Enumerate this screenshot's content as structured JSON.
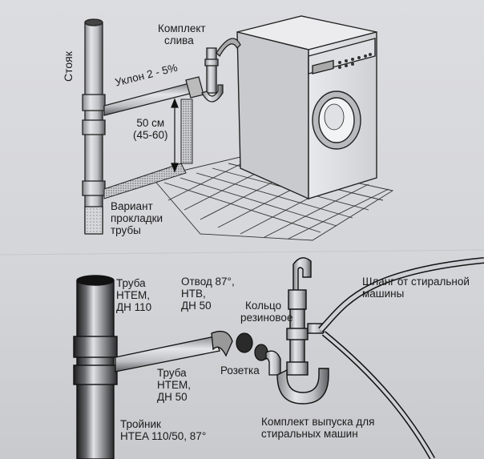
{
  "top": {
    "riser": "Стояк",
    "drain_kit": [
      "Комплект",
      "слива"
    ],
    "slope": "Уклон 2 - 5%",
    "height": [
      "50 см",
      "(45-60)"
    ],
    "variant": [
      "Вариант",
      "прокладки",
      "трубы"
    ]
  },
  "bottom": {
    "pipe_main": [
      "Труба",
      "HTEM,",
      "ДН 110"
    ],
    "elbow": [
      "Отвод  87°,",
      "HTB,",
      "ДН 50"
    ],
    "ring": [
      "Кольцо",
      "резиновое"
    ],
    "hose": [
      "Шланг от стиральной",
      "машины"
    ],
    "pipe_small": [
      "Труба",
      "HTEM,",
      "ДН 50"
    ],
    "socket": "Розетка",
    "tee": [
      "Тройник",
      "HTEA 110/50, 87°"
    ],
    "outlet_kit": [
      "Комплект выпуска для",
      "стиральных машин"
    ]
  },
  "colors": {
    "ink": "#1a1a1a",
    "paper": "#d9dadd"
  }
}
